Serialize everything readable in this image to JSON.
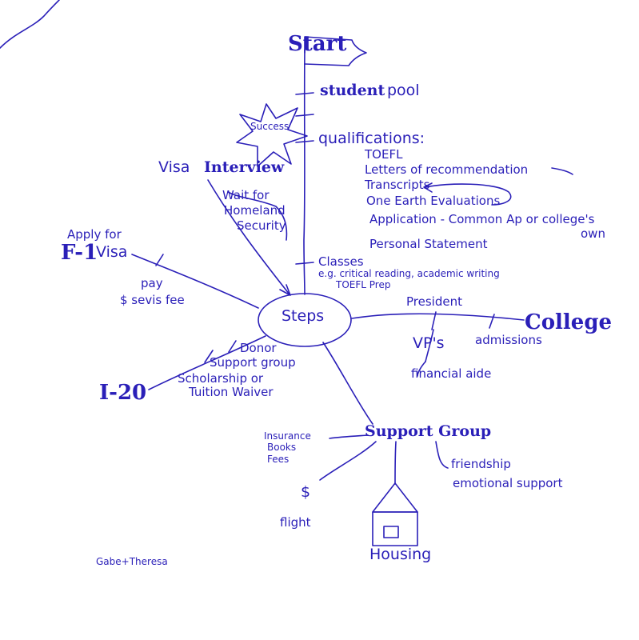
{
  "nodes": {
    "start": "Start",
    "student": "student",
    "pool": "pool",
    "success": "Success",
    "qualifications": "qualifications:",
    "toefl": "TOEFL",
    "letters": "Letters of recommendation",
    "transcripts": "Transcripts",
    "one_earth": "One Earth Evaluations",
    "application": "Application - Common Ap or college's",
    "own": "own",
    "personal_statement": "Personal Statement",
    "classes": "Classes",
    "classes_detail": "e.g. critical reading, academic writing",
    "toefl_prep": "TOEFL Prep",
    "visa": "Visa",
    "interview": "Interview",
    "wait_for": "Wait for",
    "homeland": "Homeland",
    "security": "Security",
    "apply_for": "Apply for",
    "f1": "F-1",
    "visa2": "Visa",
    "pay": "pay",
    "sevis": "$ sevis fee",
    "steps": "Steps",
    "president": "President",
    "college": "College",
    "vps": "VP's",
    "admissions": "admissions",
    "financial_aide": "financial aide",
    "donor": "Donor",
    "support_group_lower": "Support group",
    "scholarship": "Scholarship or",
    "tuition": "Tuition Waiver",
    "i20": "I-20",
    "support_group": "Support Group",
    "insurance": "Insurance",
    "books": "Books",
    "fees": "Fees",
    "friendship": "friendship",
    "emotional": "emotional support",
    "dollar": "$",
    "flight": "flight",
    "housing": "Housing",
    "signature": "Gabe+Theresa"
  }
}
